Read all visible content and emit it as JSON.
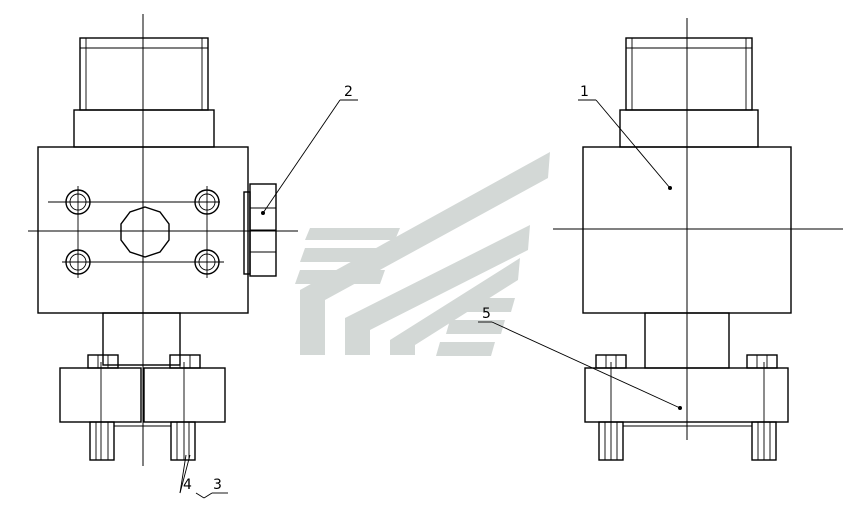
{
  "labels": {
    "part1": "1",
    "part2": "2",
    "part3": "3",
    "part4": "4",
    "part5": "5"
  },
  "colors": {
    "line": "#000000",
    "background": "#ffffff",
    "watermark": "#d3d8d6"
  }
}
